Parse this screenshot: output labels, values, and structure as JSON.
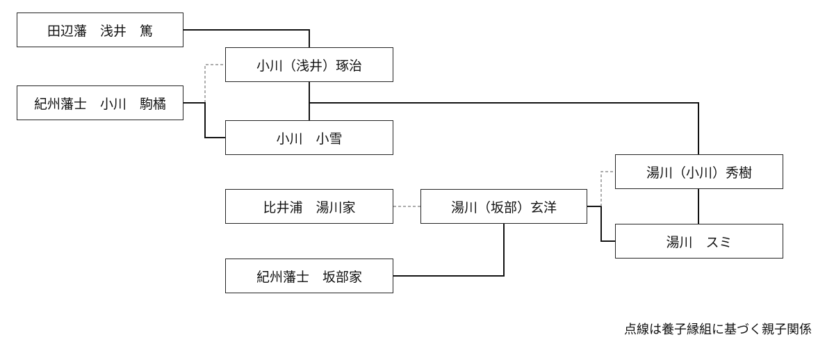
{
  "nodes": {
    "tanabe_asai": "田辺藩　浅井　篤",
    "ogawa_asai_takuji": "小川（浅井）琢治",
    "kishu_ogawa_komakitsu": "紀州藩士　小川　駒橘",
    "ogawa_koyuki": "小川　小雪",
    "yukawa_ogawa_hideki": "湯川（小川）秀樹",
    "hiiura_yukawa": "比井浦　湯川家",
    "yukawa_sakabe_genyo": "湯川（坂部）玄洋",
    "yukawa_sumi": "湯川　スミ",
    "kishu_sakabe": "紀州藩士　坂部家"
  },
  "note": "点線は養子縁組に基づく親子関係",
  "colors": {
    "solid_line": "#111111",
    "dashed_line": "#777777",
    "box_border": "#222222"
  }
}
